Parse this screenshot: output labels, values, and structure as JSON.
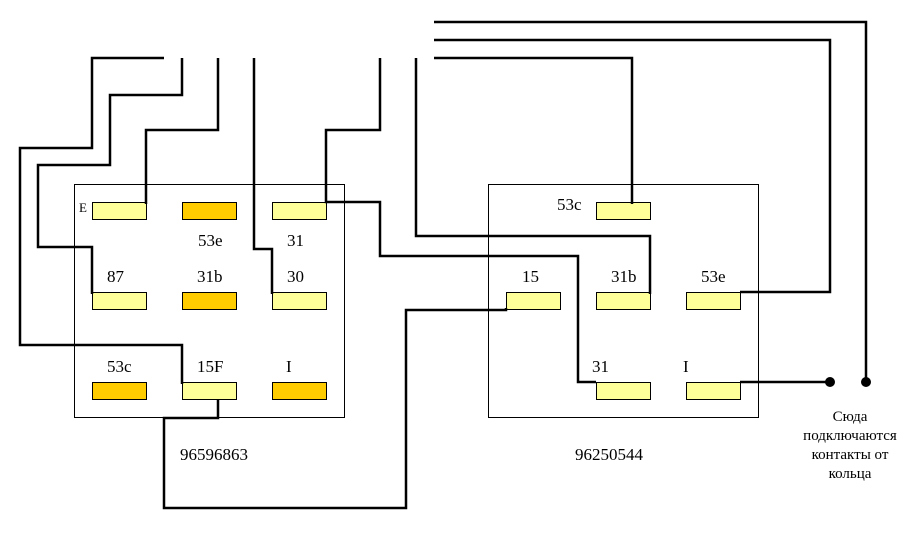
{
  "colors": {
    "pin_light": "#ffff99",
    "pin_dark": "#ffcc00",
    "line": "#000000",
    "pin_border": "#000000"
  },
  "relay1": {
    "part_number": "96596863",
    "pins": [
      {
        "id": "E",
        "label": "E",
        "color": "light"
      },
      {
        "id": "53e",
        "label": "53e",
        "color": "dark"
      },
      {
        "id": "31",
        "label": "31",
        "color": "light"
      },
      {
        "id": "87",
        "label": "87",
        "color": "light"
      },
      {
        "id": "31b",
        "label": "31b",
        "color": "dark"
      },
      {
        "id": "30",
        "label": "30",
        "color": "light"
      },
      {
        "id": "53c",
        "label": "53c",
        "color": "dark"
      },
      {
        "id": "15F",
        "label": "15F",
        "color": "light"
      },
      {
        "id": "I",
        "label": "I",
        "color": "dark"
      }
    ]
  },
  "relay2": {
    "part_number": "96250544",
    "pins": [
      {
        "id": "53c",
        "label": "53c",
        "color": "light"
      },
      {
        "id": "15",
        "label": "15",
        "color": "light"
      },
      {
        "id": "31b",
        "label": "31b",
        "color": "light"
      },
      {
        "id": "53e",
        "label": "53e",
        "color": "light"
      },
      {
        "id": "31",
        "label": "31",
        "color": "light"
      },
      {
        "id": "I",
        "label": "I",
        "color": "light"
      }
    ]
  },
  "note": {
    "lines": [
      "Сюда",
      "подключаются",
      "контакты от",
      "кольца"
    ]
  }
}
